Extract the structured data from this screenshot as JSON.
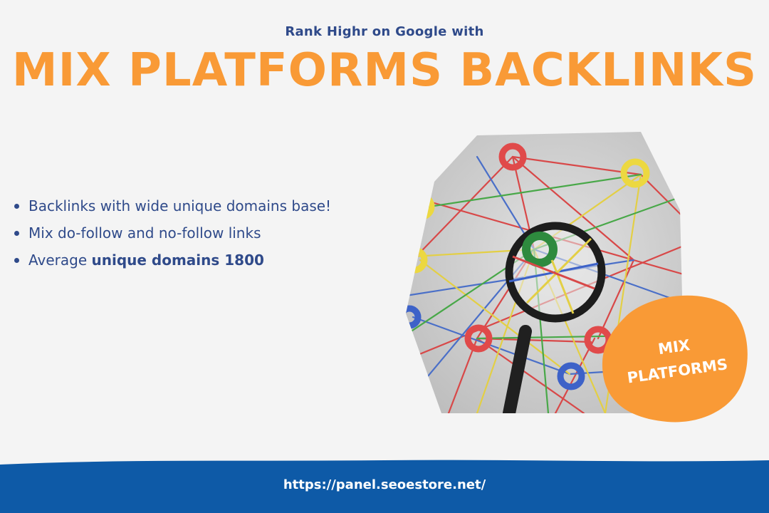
{
  "header": {
    "subtitle": "Rank Highr on Google with",
    "title": "MIX PLATFORMS BACKLINKS"
  },
  "features": {
    "items": [
      {
        "text": "Backlinks with wide unique domains base!"
      },
      {
        "text": "Mix do-follow and no-follow links"
      },
      {
        "prefix": "Average ",
        "bold": "unique domains 1800"
      }
    ]
  },
  "badge": {
    "line1": "MIX",
    "line2": "PLATFORMS"
  },
  "footer": {
    "url": "https://panel.seoestore.net/"
  },
  "colors": {
    "accent_orange": "#f99a36",
    "text_blue": "#2f4a8a",
    "footer_blue": "#0e5aa7",
    "background": "#f4f4f4"
  },
  "icons": {
    "photo": "magnifying-glass-network-photo",
    "bullet": "bullet-dot-icon"
  }
}
